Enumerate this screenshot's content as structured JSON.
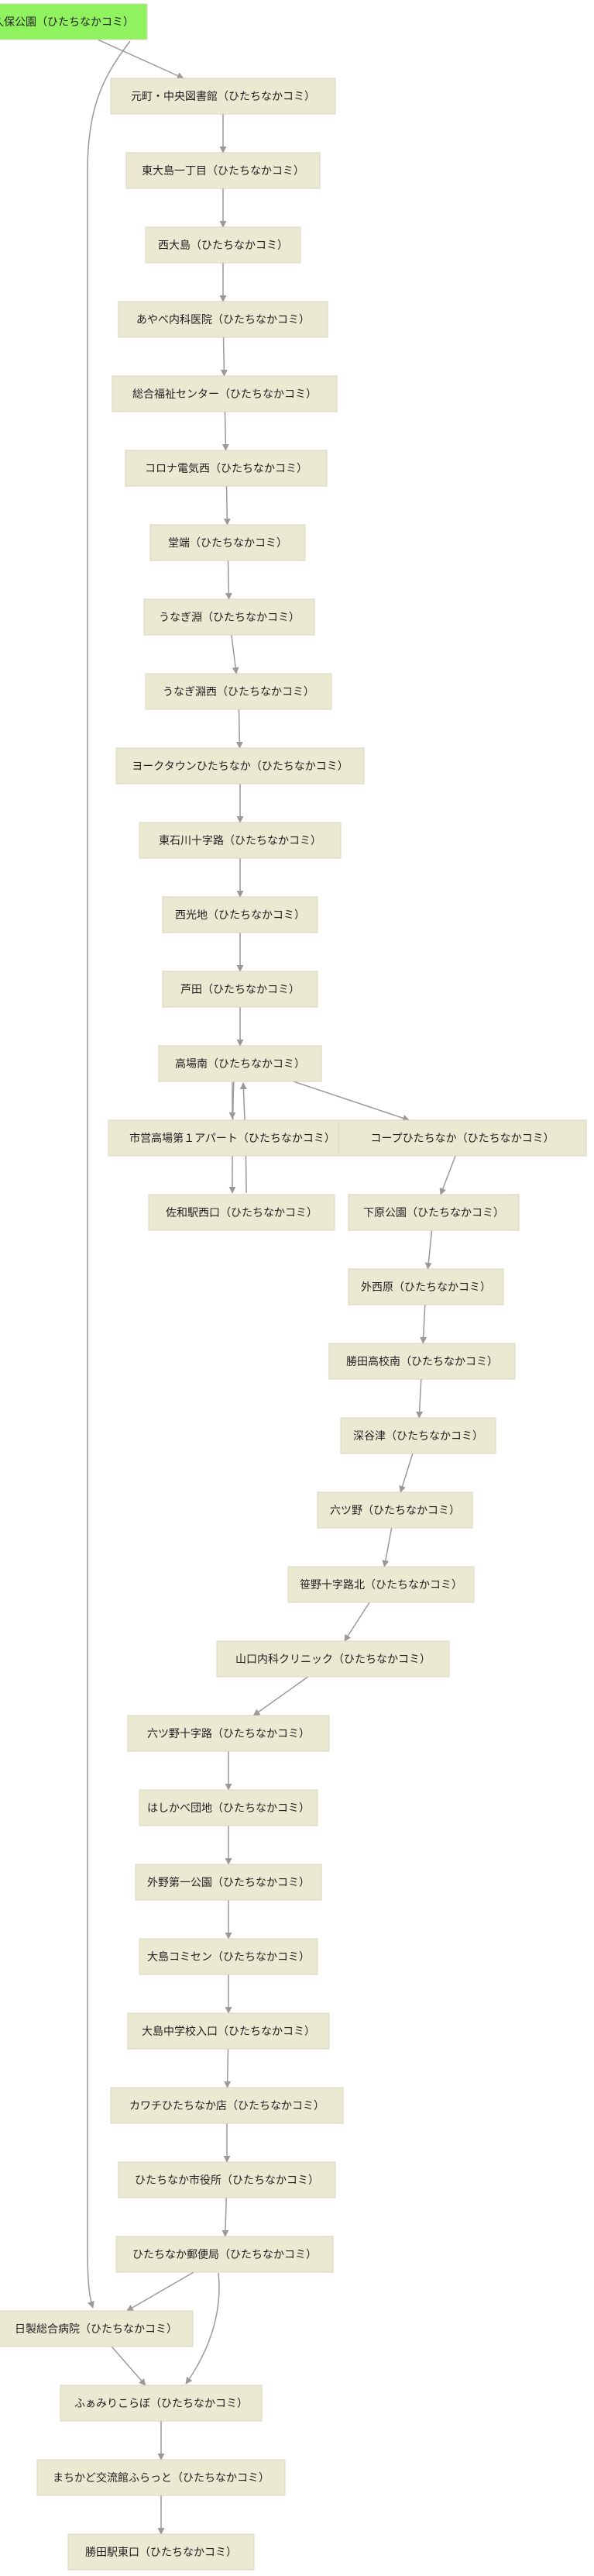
{
  "colors": {
    "node_fill": "#ece9d3",
    "start_fill": "#90f25e",
    "start_stroke": "#6ed63a",
    "edge": "#9a9a9a"
  },
  "nodes": [
    {
      "id": "n0",
      "label": "西久保公園（ひたちなかコミ）",
      "start": true
    },
    {
      "id": "n1",
      "label": "元町・中央図書館（ひたちなかコミ）"
    },
    {
      "id": "n2",
      "label": "東大島一丁目（ひたちなかコミ）"
    },
    {
      "id": "n3",
      "label": "西大島（ひたちなかコミ）"
    },
    {
      "id": "n4",
      "label": "あやべ内科医院（ひたちなかコミ）"
    },
    {
      "id": "n5",
      "label": "総合福祉センター（ひたちなかコミ）"
    },
    {
      "id": "n6",
      "label": "コロナ電気西（ひたちなかコミ）"
    },
    {
      "id": "n7",
      "label": "堂端（ひたちなかコミ）"
    },
    {
      "id": "n8",
      "label": "うなぎ淵（ひたちなかコミ）"
    },
    {
      "id": "n9",
      "label": "うなぎ淵西（ひたちなかコミ）"
    },
    {
      "id": "n10",
      "label": "ヨークタウンひたちなか（ひたちなかコミ）"
    },
    {
      "id": "n11",
      "label": "東石川十字路（ひたちなかコミ）"
    },
    {
      "id": "n12",
      "label": "西光地（ひたちなかコミ）"
    },
    {
      "id": "n13",
      "label": "芦田（ひたちなかコミ）"
    },
    {
      "id": "n14",
      "label": "高場南（ひたちなかコミ）"
    },
    {
      "id": "n15",
      "label": "市営高場第１アパート（ひたちなかコミ）"
    },
    {
      "id": "n16",
      "label": "佐和駅西口（ひたちなかコミ）"
    },
    {
      "id": "n17",
      "label": "コープひたちなか（ひたちなかコミ）"
    },
    {
      "id": "n18",
      "label": "下原公園（ひたちなかコミ）"
    },
    {
      "id": "n19",
      "label": "外西原（ひたちなかコミ）"
    },
    {
      "id": "n20",
      "label": "勝田高校南（ひたちなかコミ）"
    },
    {
      "id": "n21",
      "label": "深谷津（ひたちなかコミ）"
    },
    {
      "id": "n22",
      "label": "六ツ野（ひたちなかコミ）"
    },
    {
      "id": "n23",
      "label": "笹野十字路北（ひたちなかコミ）"
    },
    {
      "id": "n24",
      "label": "山口内科クリニック（ひたちなかコミ）"
    },
    {
      "id": "n25",
      "label": "六ツ野十字路（ひたちなかコミ）"
    },
    {
      "id": "n26",
      "label": "はしかべ団地（ひたちなかコミ）"
    },
    {
      "id": "n27",
      "label": "外野第一公園（ひたちなかコミ）"
    },
    {
      "id": "n28",
      "label": "大島コミセン（ひたちなかコミ）"
    },
    {
      "id": "n29",
      "label": "大島中学校入口（ひたちなかコミ）"
    },
    {
      "id": "n30",
      "label": "カワチひたちなか店（ひたちなかコミ）"
    },
    {
      "id": "n31",
      "label": "ひたちなか市役所（ひたちなかコミ）"
    },
    {
      "id": "n32",
      "label": "ひたちなか郵便局（ひたちなかコミ）"
    },
    {
      "id": "n33",
      "label": "日製総合病院（ひたちなかコミ）"
    },
    {
      "id": "n34",
      "label": "ふぁみりこらぼ（ひたちなかコミ）"
    },
    {
      "id": "n35",
      "label": "まちかど交流館ふらっと（ひたちなかコミ）"
    },
    {
      "id": "n36",
      "label": "勝田駅東口（ひたちなかコミ）"
    }
  ],
  "edges": [
    [
      "n0",
      "n1"
    ],
    [
      "n1",
      "n2"
    ],
    [
      "n2",
      "n3"
    ],
    [
      "n3",
      "n4"
    ],
    [
      "n4",
      "n5"
    ],
    [
      "n5",
      "n6"
    ],
    [
      "n6",
      "n7"
    ],
    [
      "n7",
      "n8"
    ],
    [
      "n8",
      "n9"
    ],
    [
      "n9",
      "n10"
    ],
    [
      "n10",
      "n11"
    ],
    [
      "n11",
      "n12"
    ],
    [
      "n12",
      "n13"
    ],
    [
      "n13",
      "n14"
    ],
    [
      "n14",
      "n15"
    ],
    [
      "n15",
      "n16"
    ],
    [
      "n16",
      "n14"
    ],
    [
      "n14",
      "n17"
    ],
    [
      "n17",
      "n18"
    ],
    [
      "n18",
      "n19"
    ],
    [
      "n19",
      "n20"
    ],
    [
      "n20",
      "n21"
    ],
    [
      "n21",
      "n22"
    ],
    [
      "n22",
      "n23"
    ],
    [
      "n23",
      "n24"
    ],
    [
      "n24",
      "n25"
    ],
    [
      "n25",
      "n26"
    ],
    [
      "n26",
      "n27"
    ],
    [
      "n27",
      "n28"
    ],
    [
      "n28",
      "n29"
    ],
    [
      "n29",
      "n30"
    ],
    [
      "n30",
      "n31"
    ],
    [
      "n31",
      "n32"
    ],
    [
      "n32",
      "n33"
    ],
    [
      "n32",
      "n34"
    ],
    [
      "n0",
      "n33"
    ],
    [
      "n33",
      "n34"
    ],
    [
      "n34",
      "n35"
    ],
    [
      "n35",
      "n36"
    ]
  ]
}
